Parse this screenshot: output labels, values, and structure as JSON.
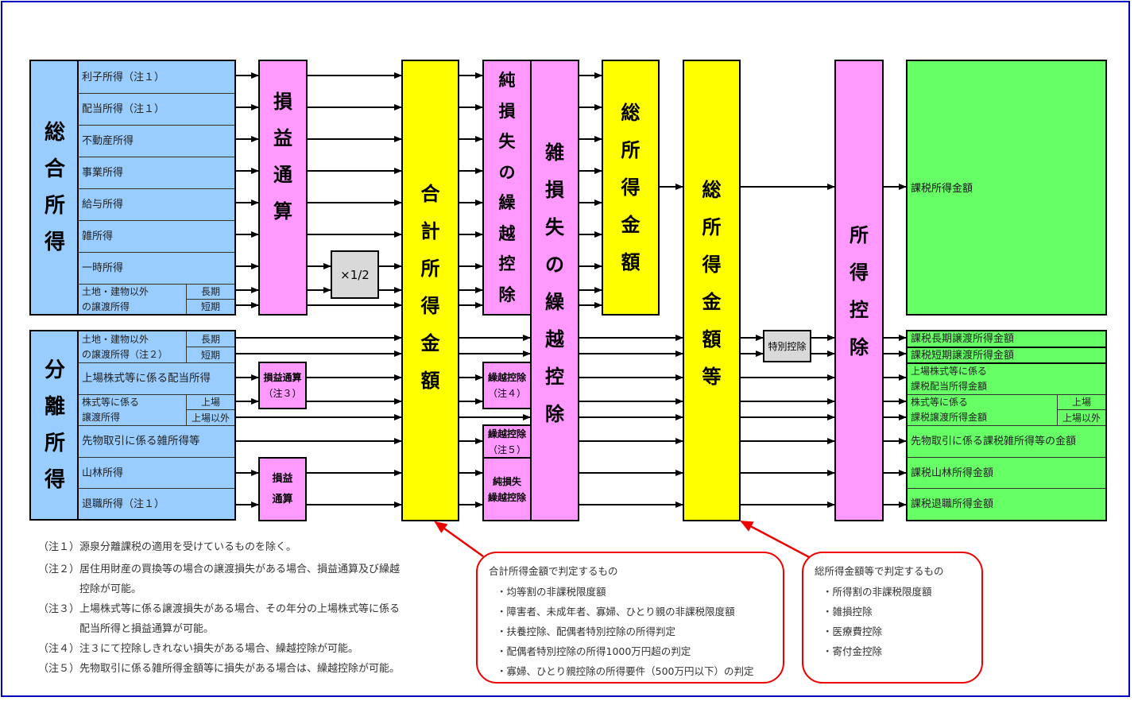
{
  "sogo_shotoku": {
    "title": [
      "総",
      "合",
      "所",
      "得"
    ],
    "rows": [
      "利子所得（注１）",
      "配当所得（注１）",
      "不動産所得",
      "事業所得",
      "給与所得",
      "雑所得",
      "一時所得"
    ],
    "jyoto": {
      "line1": "土地・建物以外",
      "line2": "の譲渡所得",
      "long": "長期",
      "short": "短期"
    }
  },
  "bunri_shotoku": {
    "title": [
      "分",
      "離",
      "所",
      "得"
    ],
    "jyoto": {
      "line1": "土地・建物以外",
      "line2": "の譲渡所得（注２）",
      "long": "長期",
      "short": "短期"
    },
    "haito": "上場株式等に係る配当所得",
    "kabushiki": {
      "line1": "株式等に係る",
      "line2": "譲渡所得",
      "listed": "上場",
      "unlisted": "上場以外"
    },
    "sakimono": "先物取引に係る雑所得等",
    "sanrin": "山林所得",
    "taishoku": "退職所得（注１）"
  },
  "boxes": {
    "soneki_tsusan": [
      "損",
      "益",
      "通",
      "算"
    ],
    "half": "×1/2",
    "gokei_shotoku": [
      "合",
      "計",
      "所",
      "得",
      "金",
      "額"
    ],
    "jun_sonshitsu": [
      "純",
      "損",
      "失",
      "の",
      "繰",
      "越",
      "控",
      "除"
    ],
    "zasson": [
      "雑",
      "損",
      "失",
      "の",
      "繰",
      "越",
      "控",
      "除"
    ],
    "so_shotoku": [
      "総",
      "所",
      "得",
      "金",
      "額"
    ],
    "so_shotoku_to": [
      "総",
      "所",
      "得",
      "金",
      "額",
      "等"
    ],
    "tokubetsu_kojo": "特別控除",
    "shotoku_kojo": [
      "所",
      "得",
      "控",
      "除"
    ],
    "soneki_note3": {
      "line1": "損益通算",
      "line2": "（注３）"
    },
    "kurikoshi_note4": {
      "line1": "繰越控除",
      "line2": "（注４）"
    },
    "kurikoshi_note5": {
      "line1": "繰越控除",
      "line2": "（注５）"
    },
    "jun_kurikoshi": {
      "line1": "純損失",
      "line2": "繰越控除"
    },
    "soneki_sanrin": {
      "line1": "損益",
      "line2": "通算"
    }
  },
  "results": {
    "kazei_shotoku": "課税所得金額",
    "long_jyoto": "課税長期譲渡所得金額",
    "short_jyoto": "課税短期譲渡所得金額",
    "haito": {
      "line1": "上場株式等に係る",
      "line2": "課税配当所得金額"
    },
    "kabushiki": {
      "line1": "株式等に係る",
      "line2": "課税譲渡所得金額",
      "listed": "上場",
      "unlisted": "上場以外"
    },
    "sakimono": "先物取引に係る課税雑所得等の金額",
    "sanrin": "課税山林所得金額",
    "taishoku": "課税退職所得金額"
  },
  "notes": [
    {
      "label": "（注１）",
      "lines": [
        "源泉分離課税の適用を受けているものを除く。"
      ]
    },
    {
      "label": "（注２）",
      "lines": [
        "居住用財産の買換等の場合の譲渡損失がある場合、損益通算及び繰越",
        "控除が可能。"
      ]
    },
    {
      "label": "（注３）",
      "lines": [
        "上場株式等に係る譲渡損失がある場合、その年分の上場株式等に係る",
        "配当所得と損益通算が可能。"
      ]
    },
    {
      "label": "（注４）",
      "lines": [
        "注３にて控除しきれない損失がある場合、繰越控除が可能。"
      ]
    },
    {
      "label": "（注５）",
      "lines": [
        "先物取引に係る雑所得金額等に損失がある場合は、繰越控除が可能。"
      ]
    }
  ],
  "callouts": {
    "gokei": {
      "title": "合計所得金額で判定するもの",
      "items": [
        "・均等割の非課税限度額",
        "・障害者、未成年者、寡婦、ひとり親の非課税限度額",
        "・扶養控除、配偶者特別控除の所得判定",
        "・配偶者特別控除の所得1000万円超の判定",
        "・寡婦、ひとり親控除の所得要件（500万円以下）の判定"
      ]
    },
    "so_shotoku": {
      "title": "総所得金額等で判定するもの",
      "items": [
        "・所得割の非課税限度額",
        "・雑損控除",
        "・医療費控除",
        "・寄付金控除"
      ]
    }
  },
  "colors": {
    "income": "#99ccff",
    "process": "#ff99ff",
    "total": "#ffff00",
    "result": "#66ff66",
    "callout_border": "#ee0000",
    "frame": "#0000c0"
  }
}
